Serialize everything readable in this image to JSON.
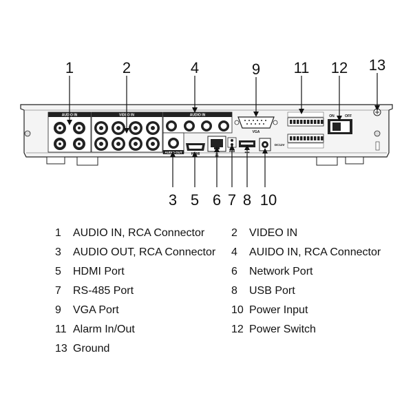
{
  "panel_labels": {
    "audio_in_left": "AUDIO IN",
    "video_in": "VIDEO IN",
    "audio_in_right": "AUDIO IN",
    "audio_out": "AUDIO OUT",
    "hdmi": "HDMI",
    "vga": "VGA",
    "ab": "A/B",
    "dc": "DC12V",
    "on": "ON",
    "off": "OFF"
  },
  "callouts": [
    {
      "id": 1,
      "label": "1"
    },
    {
      "id": 2,
      "label": "2"
    },
    {
      "id": 4,
      "label": "4"
    },
    {
      "id": 9,
      "label": "9"
    },
    {
      "id": 11,
      "label": "11"
    },
    {
      "id": 12,
      "label": "12"
    },
    {
      "id": 13,
      "label": "13"
    },
    {
      "id": 3,
      "label": "3"
    },
    {
      "id": 5,
      "label": "5"
    },
    {
      "id": 6,
      "label": "6"
    },
    {
      "id": 7,
      "label": "7"
    },
    {
      "id": 8,
      "label": "8"
    },
    {
      "id": 10,
      "label": "10"
    }
  ],
  "legend": [
    {
      "num": "1",
      "text": "AUDIO IN, RCA Connector"
    },
    {
      "num": "2",
      "text": "VIDEO IN"
    },
    {
      "num": "3",
      "text": "AUDIO OUT, RCA Connector"
    },
    {
      "num": "4",
      "text": "AUIDO IN, RCA Connector"
    },
    {
      "num": "5",
      "text": "HDMI Port"
    },
    {
      "num": "6",
      "text": "Network Port"
    },
    {
      "num": "7",
      "text": "RS-485 Port"
    },
    {
      "num": "8",
      "text": "USB Port"
    },
    {
      "num": "9",
      "text": "VGA Port"
    },
    {
      "num": "10",
      "text": "Power Input"
    },
    {
      "num": "11",
      "text": "Alarm In/Out"
    },
    {
      "num": "12",
      "text": "Power Switch"
    },
    {
      "num": "13",
      "text": "Ground"
    }
  ]
}
